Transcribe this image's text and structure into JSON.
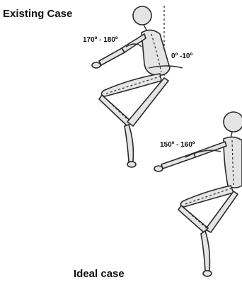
{
  "labels": {
    "existing_title": "Existing Case",
    "ideal_title": "Ideal case",
    "existing_shoulder_angle": "170º - 180º",
    "existing_trunk_angle": "0º -10º",
    "ideal_shoulder_angle": "150º - 160º"
  }
}
